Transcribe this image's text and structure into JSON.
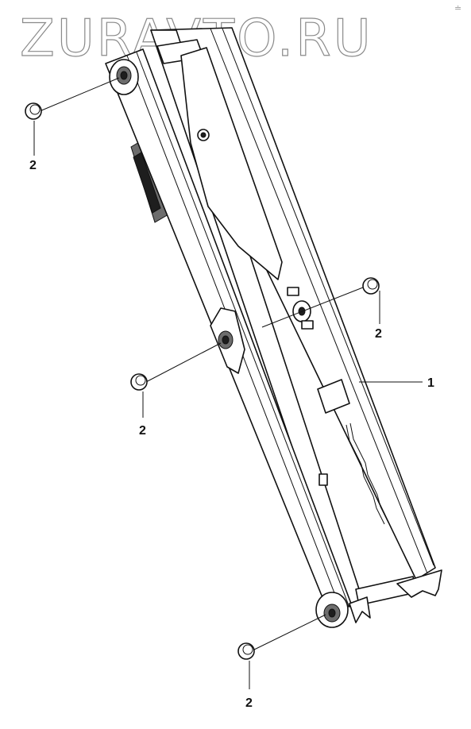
{
  "watermark": "ZURAVTO.RU",
  "corner_mark": "≐",
  "callouts": [
    {
      "id": "nut-top-left",
      "number": "2"
    },
    {
      "id": "nut-right",
      "number": "2"
    },
    {
      "id": "nut-mid-left",
      "number": "2"
    },
    {
      "id": "nut-bottom",
      "number": "2"
    },
    {
      "id": "boom-frame",
      "number": "1"
    }
  ]
}
